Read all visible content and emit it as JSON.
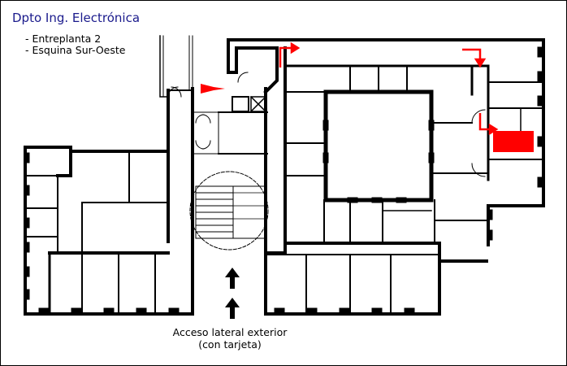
{
  "title": "Dpto Ing. Electrónica",
  "notes": [
    "- Entreplanta 2",
    "- Esquina Sur-Oeste"
  ],
  "access_label": [
    "Acceso lateral exterior",
    "(con tarjeta)"
  ],
  "colors": {
    "wall": "#000000",
    "marker": "#ff0000",
    "title": "#1a1a8c"
  },
  "icons": [
    "red-arrow-icon",
    "red-corner-arrow-icon",
    "entrance-arrow-icon",
    "target-room-marker"
  ]
}
